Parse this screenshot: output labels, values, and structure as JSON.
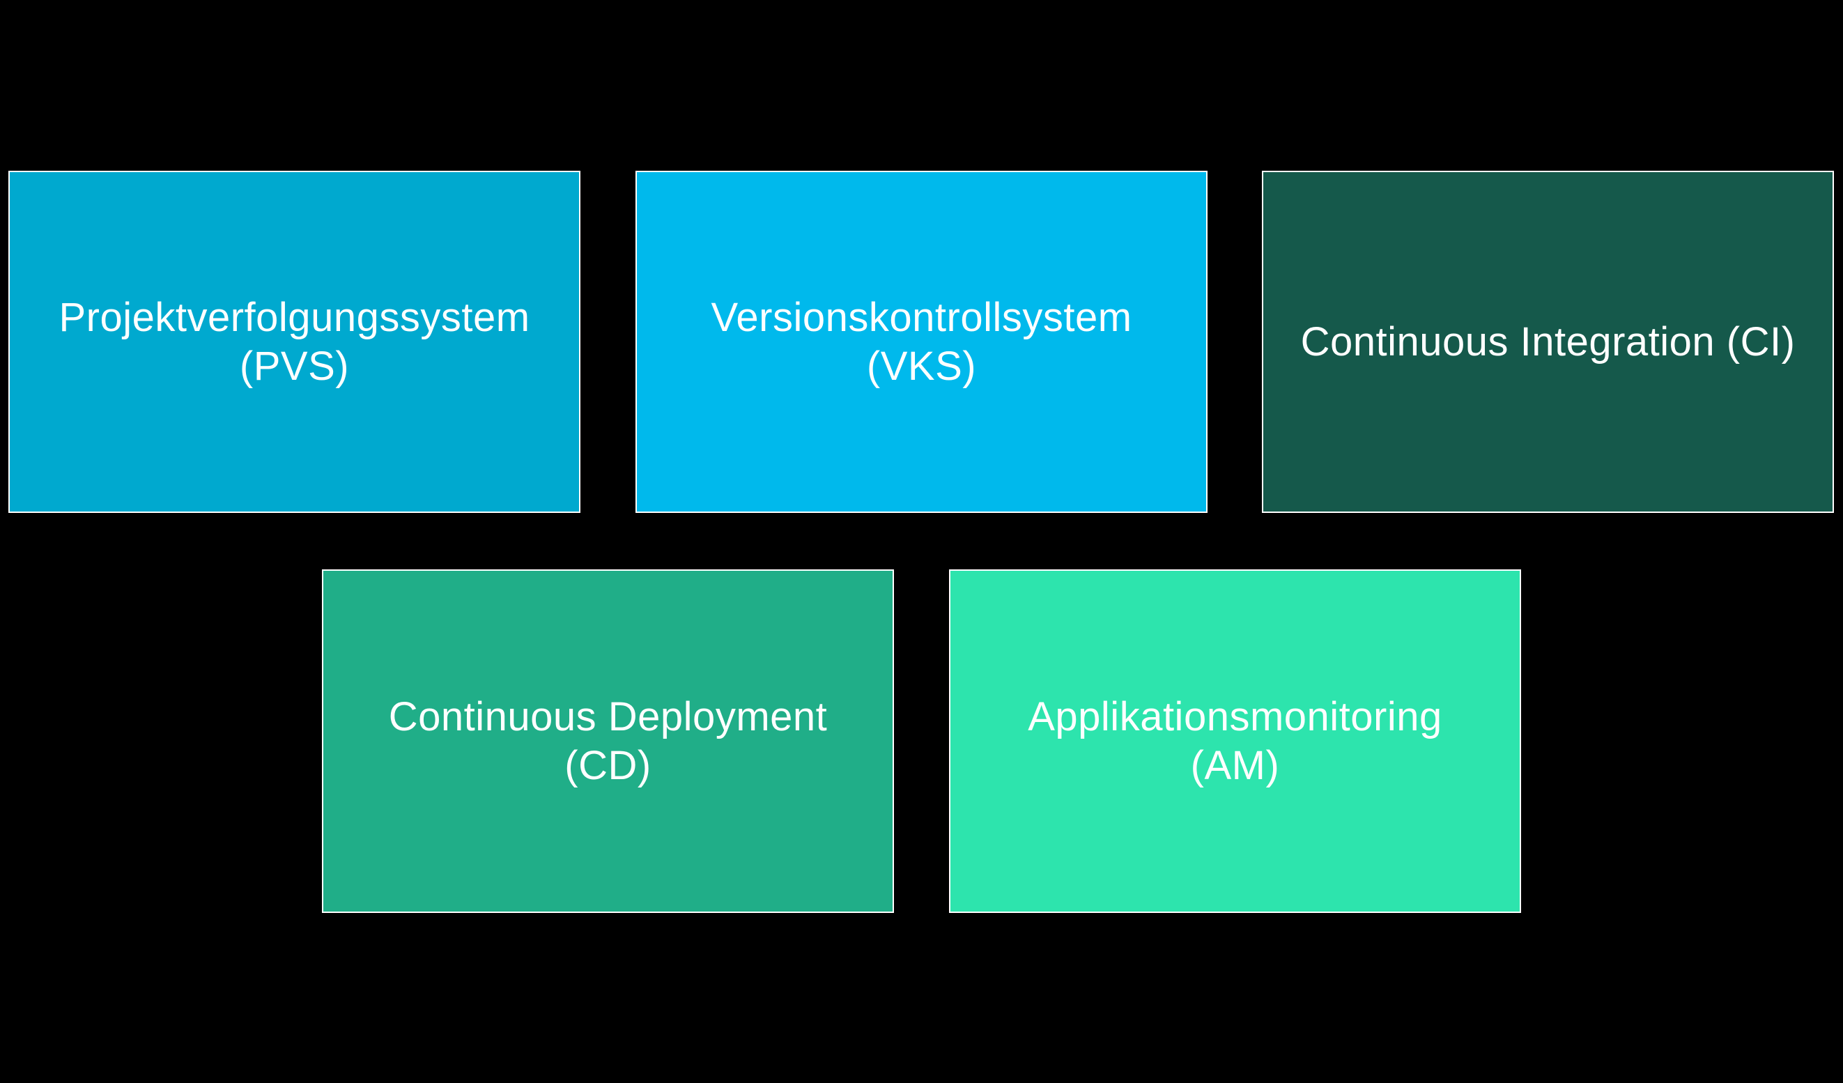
{
  "colors": {
    "background": "#000000",
    "node_border": "#ffffff",
    "node_text": "#ffffff"
  },
  "diagram": {
    "nodes": [
      {
        "id": "pvs",
        "line1": "Projektverfolgungssystem",
        "line2": "(PVS)",
        "fill": "#00a9cf"
      },
      {
        "id": "vks",
        "line1": "Versionskontrollsystem",
        "line2": "(VKS)",
        "fill": "#00b9ec"
      },
      {
        "id": "ci",
        "line1": "Continuous Integration (CI)",
        "line2": "",
        "fill": "#15594b"
      },
      {
        "id": "cd",
        "line1": "Continuous Deployment",
        "line2": "(CD)",
        "fill": "#20ae88"
      },
      {
        "id": "am",
        "line1": "Applikationsmonitoring",
        "line2": "(AM)",
        "fill": "#2de4ad"
      }
    ]
  }
}
